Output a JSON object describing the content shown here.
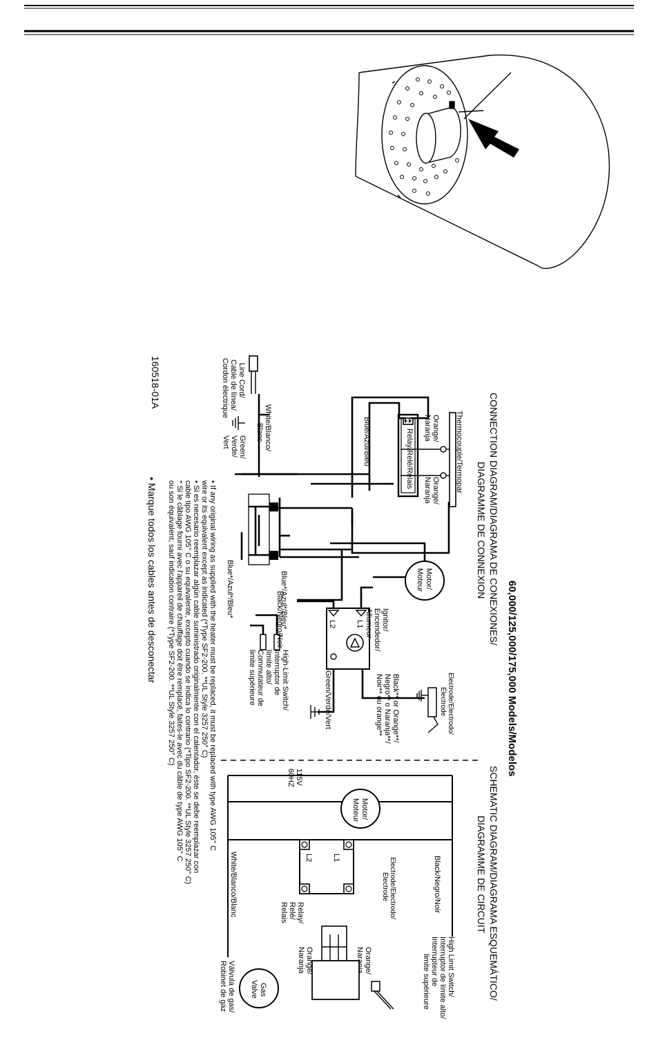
{
  "title": "60,000/125,000/175,000 Models/Modelos",
  "connection": {
    "heading1": "CONNECTION DIAGRAM/DIAGRAMA DE CONEXIONES/",
    "heading2": "DIAGRAMME DE CONNEXION",
    "thermocouple": "Thermocouple/Termopar",
    "orange_a": [
      "Orange/",
      "Naranja"
    ],
    "orange_b": [
      "Orange/",
      "Naranja"
    ],
    "relay": "Relay/Relé/Relais",
    "blue_wire": "Blue/Azul/Bleu",
    "motor": [
      "Motor/",
      "Moteur"
    ],
    "igniter": [
      "Ignitor/",
      "Encendedor/",
      "Allumeur"
    ],
    "l1": "L1",
    "l2": "L2",
    "electrode": [
      "Electrode/Electrodo/",
      "Électrode"
    ],
    "black_orange": [
      "Black** or Orange**/",
      "Negro** o Naranja**/",
      "Noir** ou orange**"
    ],
    "green_wire": "Green/Verde/Vert",
    "black_wire": "Black/Negro/Noir",
    "blue_star_1": "Blue*/Azul*/Bleu*",
    "blue_star_2": "Blue*/Azul*/Bleu*",
    "high_limit": [
      "High-Limit Switch/",
      "Interruptor de",
      "límite alto/",
      "Commutateur de",
      "limite supérieure"
    ],
    "white_wire": [
      "White/Blanco/",
      "Blanc"
    ],
    "line_cord": [
      "Line Cord/",
      "Cable de línea/",
      "Cordon électrique"
    ],
    "green_ground": [
      "Green/",
      "Verde/",
      "Vert"
    ]
  },
  "schematic": {
    "heading1": "SCHEMATIC DIAGRAM/DIAGRAMA ESQUEMÁTICO/",
    "heading2": "DIAGRAMME DE CIRCUIT",
    "voltage": [
      "115V",
      "60HZ"
    ],
    "motor": [
      "Motor/",
      "Moteur"
    ],
    "black_wire": "Black/Negro/Noir",
    "l1": "L1",
    "l2": "L2",
    "electrode": [
      "Electrode/Electrodo/",
      "Électrode"
    ],
    "relay": [
      "Relay/",
      "Relé/",
      "Relais"
    ],
    "white_wire": "White/Blanco/Blanc",
    "high_limit": [
      "High Limit Switch/",
      "Interruptor de límite alto/",
      "Interrupteur de",
      "limite supérieure"
    ],
    "orange_a": [
      "Orange/",
      "Naranja"
    ],
    "orange_b": [
      "Orange/",
      "Naranja"
    ],
    "gas_valve": [
      "Gas",
      "Valve"
    ],
    "gas_valve_label": [
      "Válvula de gas/",
      "Robinet de gaz"
    ]
  },
  "notes": [
    "• If any original wiring as supplied with the heater must be replaced, it must be replaced with type AWG 105° C",
    "wire or its equivalent except as indicated (*Type SF2-200. **UL Style 3257 250° C)",
    "• Si es necesario reemplazar algún cable suministrado originalmente con el calentador, éste se debe reemplazar con",
    "cable tipo AWG 105° C o su equivalente, excepto cuando se indica lo contrario (*Tipo SF2-200. **UL Style 3257 250° C)",
    "* Si le câblage fourni avec l'appareil de chauffage doit être remplacé, faites-le avec du câble de type AWG 105° C",
    "ou son équivalent, sauf indication contraire (*Type SF2-200.  **UL Style 3257 250° C)"
  ],
  "footer_note": "• Marque todos los cables antes de desconectar",
  "part_number": "160518-01A"
}
